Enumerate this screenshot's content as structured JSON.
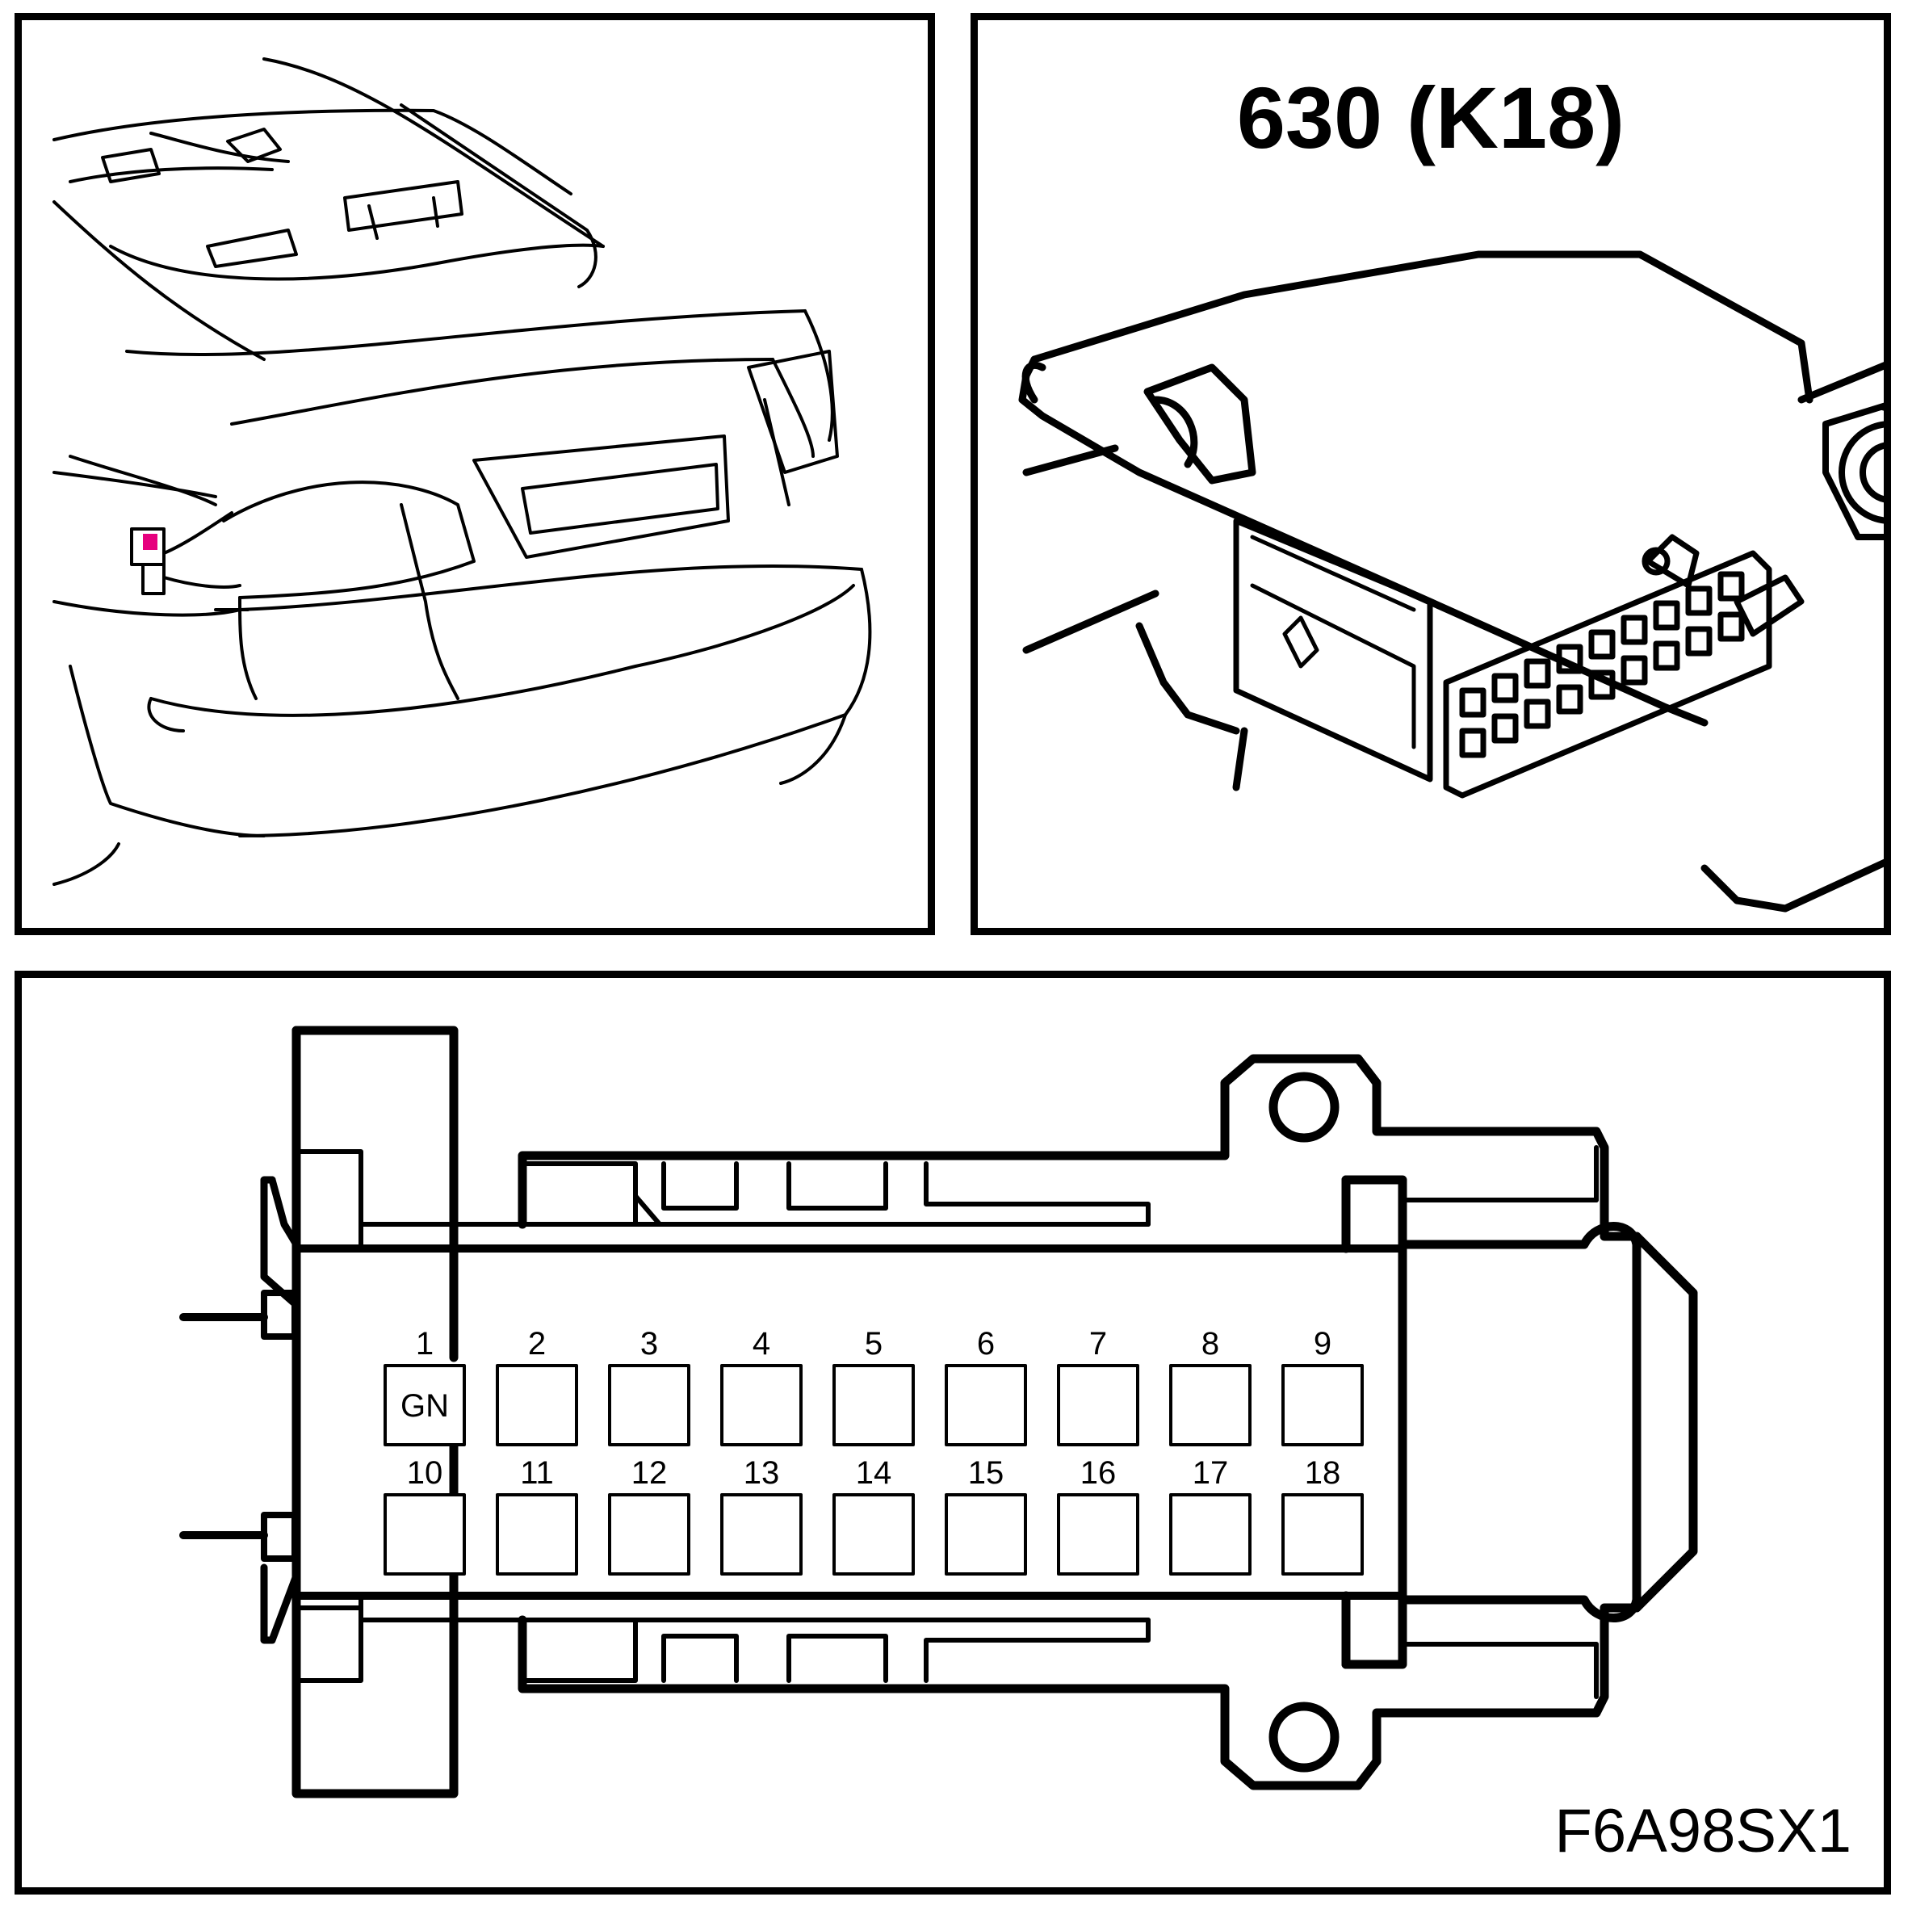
{
  "connector": {
    "title": "630 (K18)"
  },
  "figure_id": "F6A98SX1",
  "locator_color": "#e6007e",
  "pins": [
    {
      "number": "1",
      "code": "GN"
    },
    {
      "number": "2",
      "code": ""
    },
    {
      "number": "3",
      "code": ""
    },
    {
      "number": "4",
      "code": ""
    },
    {
      "number": "5",
      "code": ""
    },
    {
      "number": "6",
      "code": ""
    },
    {
      "number": "7",
      "code": ""
    },
    {
      "number": "8",
      "code": ""
    },
    {
      "number": "9",
      "code": ""
    },
    {
      "number": "10",
      "code": ""
    },
    {
      "number": "11",
      "code": ""
    },
    {
      "number": "12",
      "code": ""
    },
    {
      "number": "13",
      "code": ""
    },
    {
      "number": "14",
      "code": ""
    },
    {
      "number": "15",
      "code": ""
    },
    {
      "number": "16",
      "code": ""
    },
    {
      "number": "17",
      "code": ""
    },
    {
      "number": "18",
      "code": ""
    }
  ]
}
